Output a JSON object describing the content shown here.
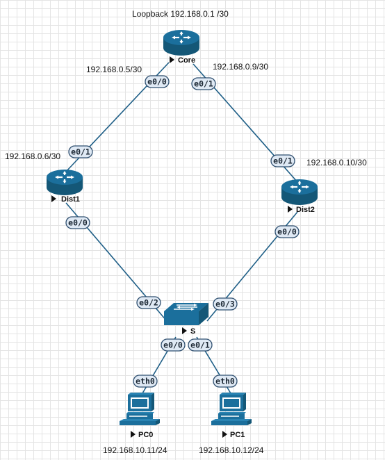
{
  "annotations": {
    "loopback": "Loopback 192.168.0.1 /30",
    "core_e00_ip": "192.168.0.5/30",
    "core_e01_ip": "192.168.0.9/30",
    "dist1_e01_ip": "192.168.0.6/30",
    "dist2_e01_ip": "192.168.0.10/30",
    "pc0_ip": "192.168.10.11/24",
    "pc1_ip": "192.168.10.12/24"
  },
  "nodes": {
    "core": {
      "name": "Core",
      "type": "router"
    },
    "dist1": {
      "name": "Dist1",
      "type": "router"
    },
    "dist2": {
      "name": "Dist2",
      "type": "router"
    },
    "switch": {
      "name": "S",
      "type": "switch"
    },
    "pc0": {
      "name": "PC0",
      "type": "pc"
    },
    "pc1": {
      "name": "PC1",
      "type": "pc"
    }
  },
  "ports": {
    "core_e00": "e0/0",
    "core_e01": "e0/1",
    "dist1_e01": "e0/1",
    "dist1_e00": "e0/0",
    "dist2_e01": "e0/1",
    "dist2_e00": "e0/0",
    "sw_e02": "e0/2",
    "sw_e03": "e0/3",
    "sw_e00": "e0/0",
    "sw_e01": "e0/1",
    "pc0_eth0": "eth0",
    "pc1_eth0": "eth0"
  },
  "colors": {
    "device": "#1b6f9c",
    "device_dark": "#145777",
    "link": "#1f5f87"
  }
}
